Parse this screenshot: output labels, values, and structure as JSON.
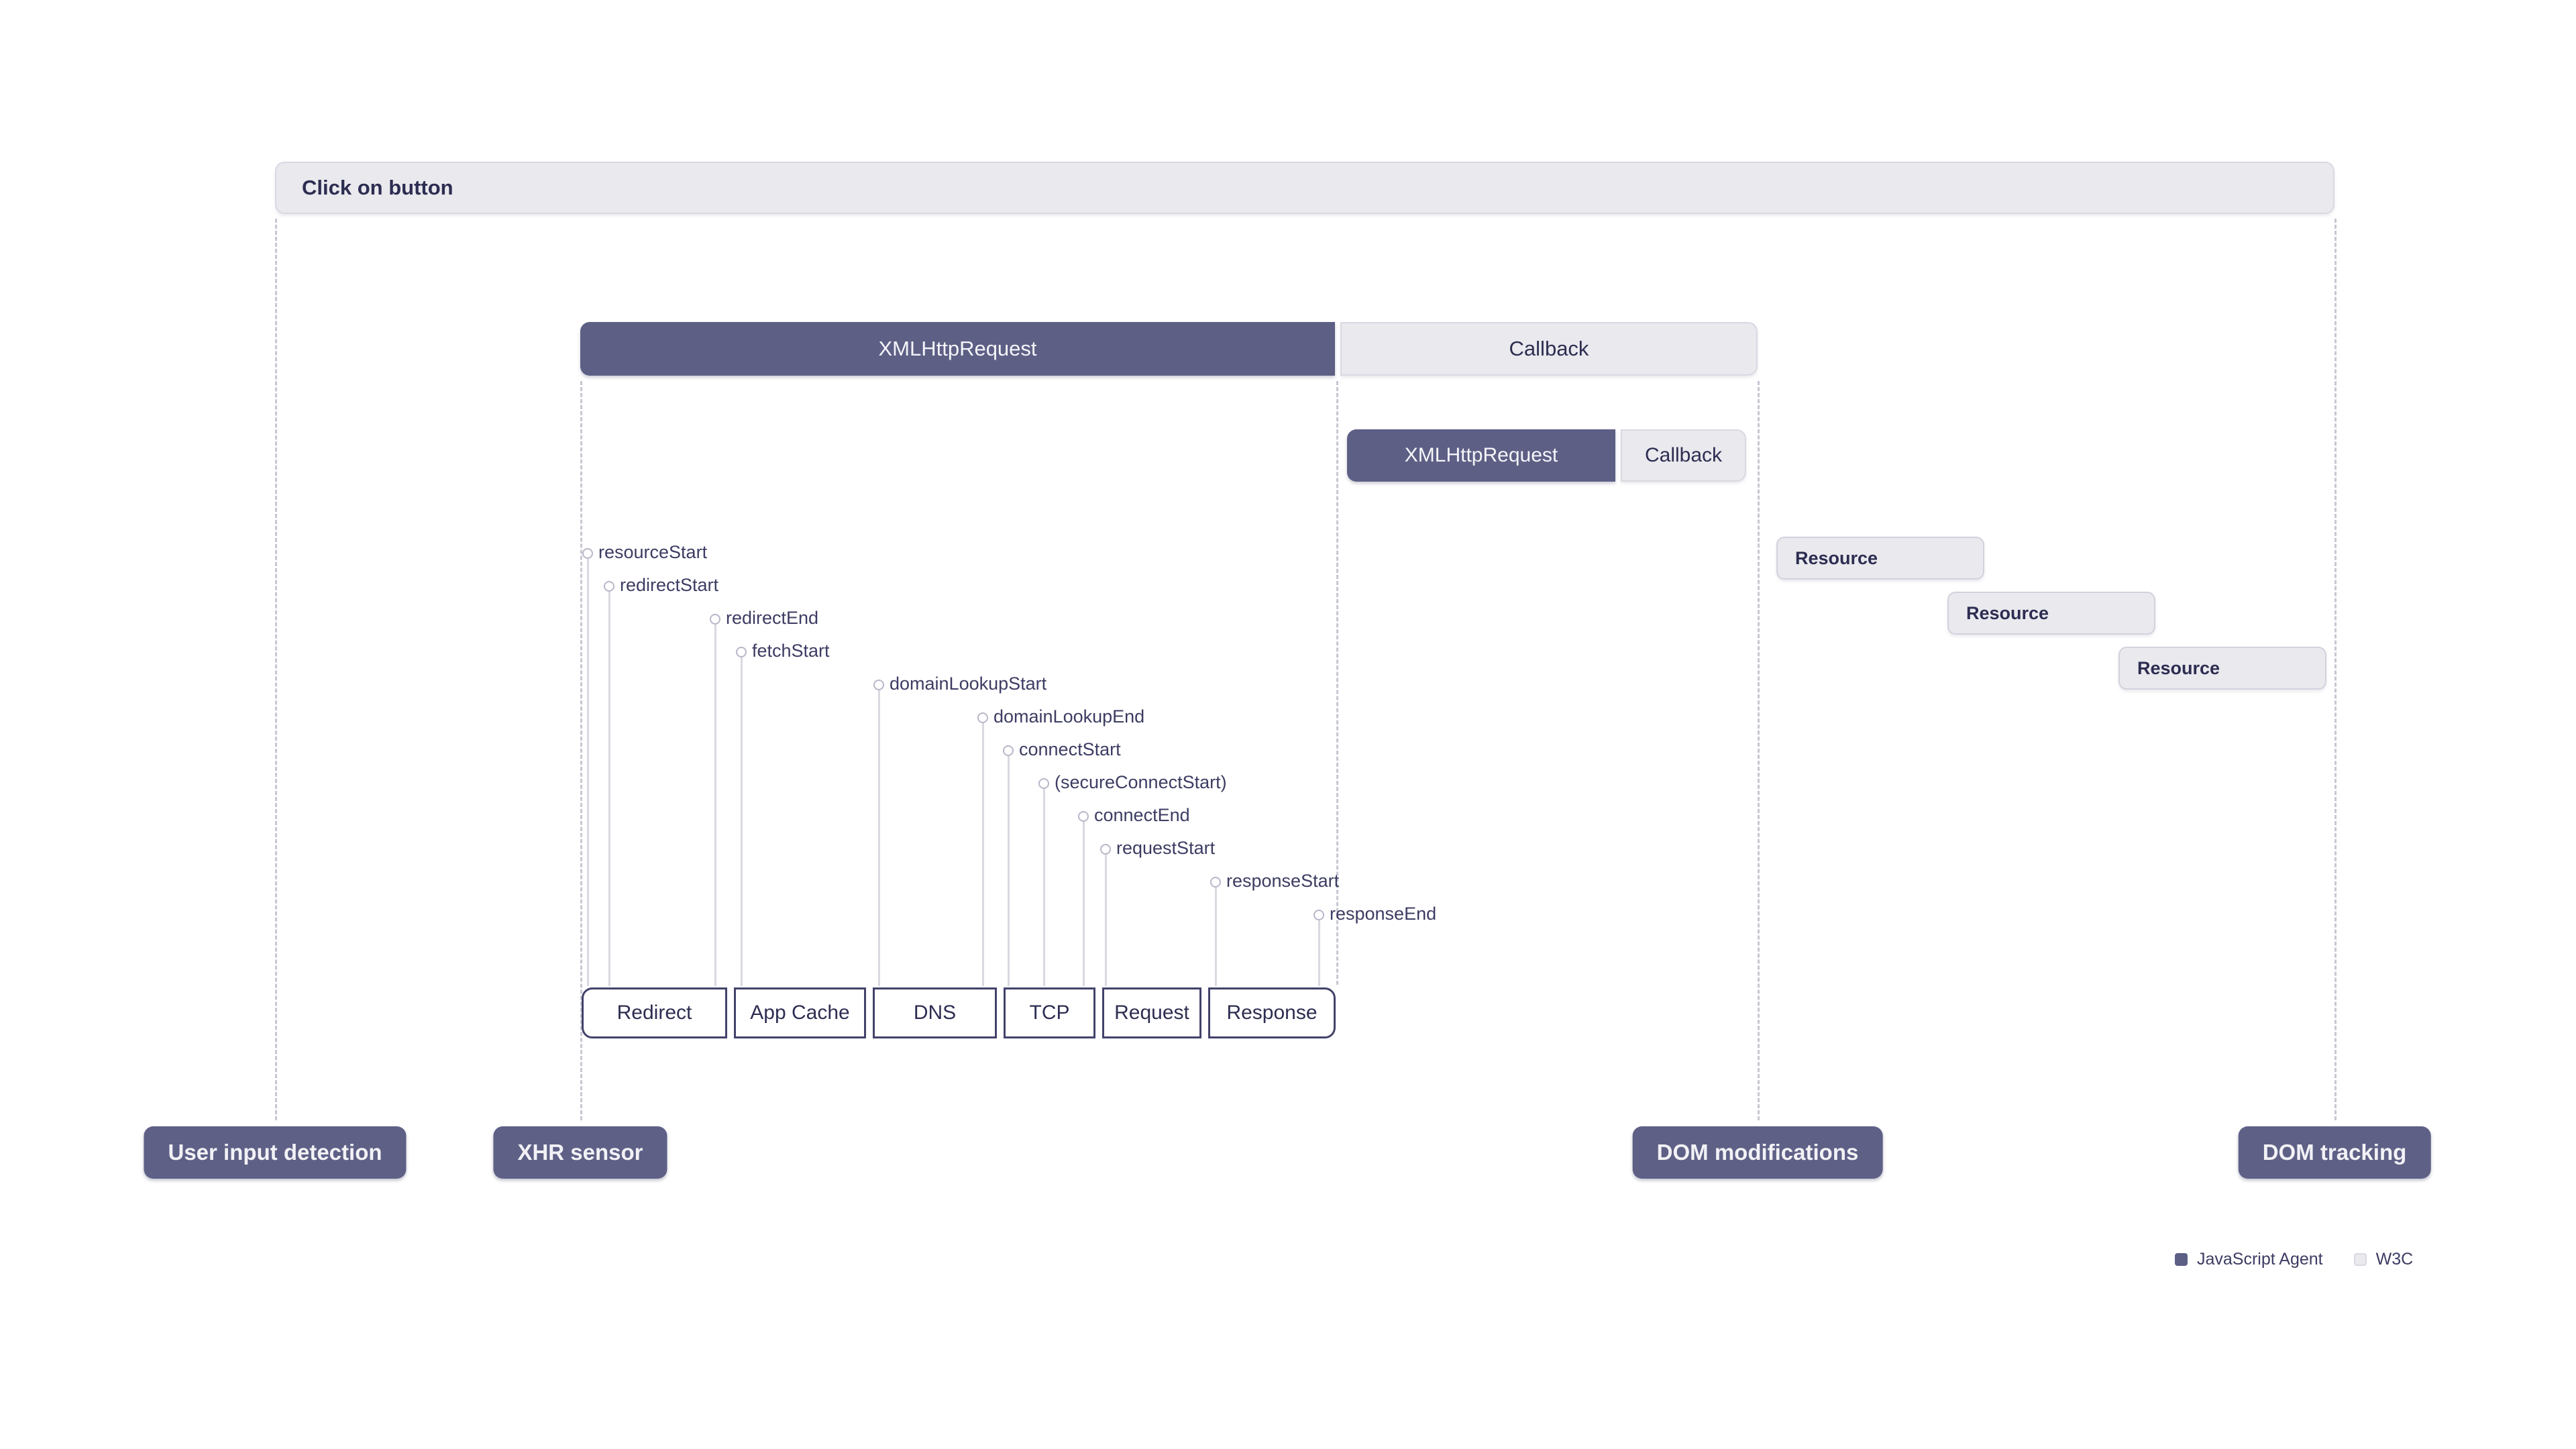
{
  "header": {
    "title": "Click on button"
  },
  "row1": {
    "xhr_label": "XMLHttpRequest",
    "callback_label": "Callback"
  },
  "row2": {
    "xhr_label": "XMLHttpRequest",
    "callback_label": "Callback"
  },
  "resources": [
    {
      "label": "Resource"
    },
    {
      "label": "Resource"
    },
    {
      "label": "Resource"
    }
  ],
  "markers": [
    {
      "label": "resourceStart"
    },
    {
      "label": "redirectStart"
    },
    {
      "label": "redirectEnd"
    },
    {
      "label": "fetchStart"
    },
    {
      "label": "domainLookupStart"
    },
    {
      "label": "domainLookupEnd"
    },
    {
      "label": "connectStart"
    },
    {
      "label": "(secureConnectStart)"
    },
    {
      "label": "connectEnd"
    },
    {
      "label": "requestStart"
    },
    {
      "label": "responseStart"
    },
    {
      "label": "responseEnd"
    }
  ],
  "phases": [
    {
      "label": "Redirect"
    },
    {
      "label": "App Cache"
    },
    {
      "label": "DNS"
    },
    {
      "label": "TCP"
    },
    {
      "label": "Request"
    },
    {
      "label": "Response"
    }
  ],
  "sensors": [
    {
      "label": "User input detection"
    },
    {
      "label": "XHR sensor"
    },
    {
      "label": "DOM modifications"
    },
    {
      "label": "DOM tracking"
    }
  ],
  "legend": [
    {
      "label": "JavaScript Agent",
      "color": "#5d5f85"
    },
    {
      "label": "W3C",
      "color": "#e9e9ee"
    }
  ],
  "colors": {
    "agent_dark": "#5d5f85",
    "w3c_light": "#e9e9ee",
    "light_border": "#d9d9e3",
    "navy_text": "#2d2d52",
    "marker_label": "#3c3c63",
    "dashed_line": "#c7c7d2",
    "marker_line": "#d9d9e1",
    "phase_border": "#42426b"
  }
}
